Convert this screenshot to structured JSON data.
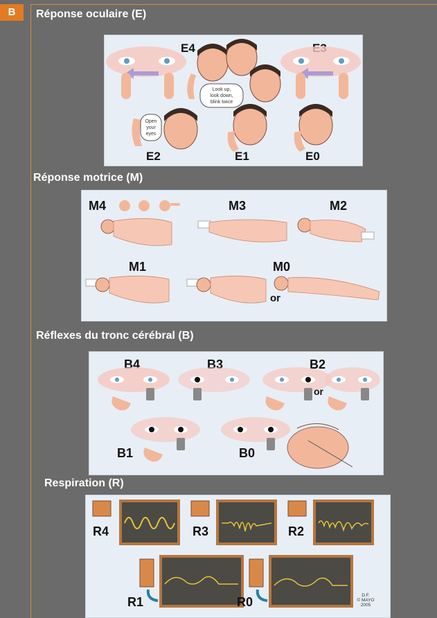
{
  "badge": "B",
  "sections": {
    "eye": {
      "title": "Réponse oculaire (E)",
      "labels": [
        "E4",
        "E3",
        "E2",
        "E1",
        "E0"
      ],
      "bubble_e4": [
        "Look up,",
        "look down,",
        "blink twice"
      ],
      "bubble_e2": [
        "Open",
        "your",
        "eyes"
      ]
    },
    "motor": {
      "title": "Réponse motrice (M)",
      "labels": [
        "M4",
        "M3",
        "M2",
        "M1",
        "M0"
      ],
      "or": "or"
    },
    "brainstem": {
      "title": "Réflexes du tronc cérébral (B)",
      "labels": [
        "B4",
        "B3",
        "B2",
        "B1",
        "B0"
      ],
      "or": "or"
    },
    "respiration": {
      "title": "Respiration (R)",
      "labels": [
        "R4",
        "R3",
        "R2",
        "R1",
        "R0"
      ],
      "credit": [
        "D.F.",
        "© MAYO",
        "2005"
      ]
    }
  },
  "colors": {
    "badge": "#e37b22",
    "frame": "#d88a3a",
    "background": "#6b6b6b",
    "panel": "#e8eef5",
    "skin": "#f2b79a",
    "wave": "#e8c23a",
    "screen": "#4b4a44",
    "monitor": "#b5763f"
  }
}
